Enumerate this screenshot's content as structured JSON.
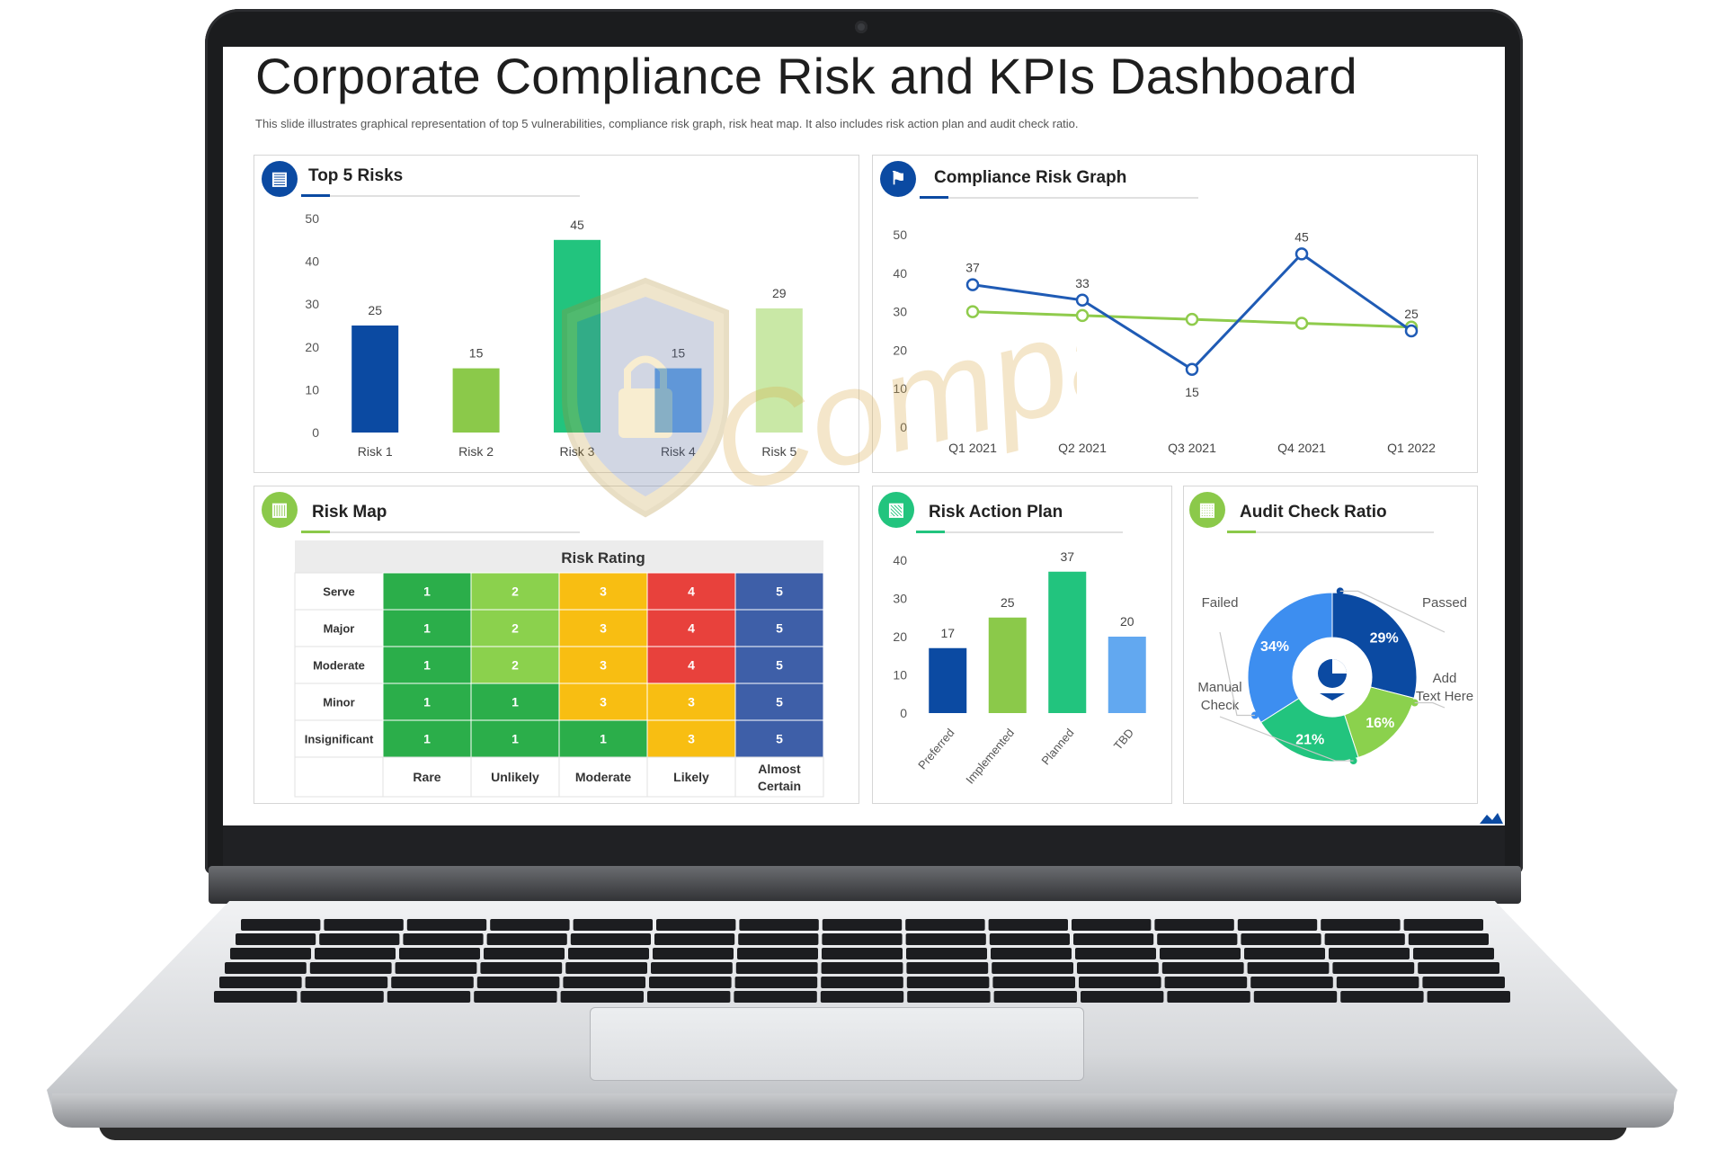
{
  "title": "Corporate Compliance Risk and KPIs Dashboard",
  "subtitle": "This slide illustrates graphical representation of top 5 vulnerabilities, compliance risk graph, risk heat map. It also includes risk action plan and audit check ratio.",
  "watermark_text": "Compass",
  "colors": {
    "dark_blue": "#0b4aa2",
    "light_green": "#8bc94a",
    "teal_green": "#22c47e",
    "light_blue": "#62a8f0",
    "pale_green": "#c9e8a6",
    "line_blue": "#1f5bb5",
    "line_green": "#8fcb4c",
    "heat_dark_green": "#2bae4a",
    "heat_light_green": "#8bd14d",
    "heat_yellow": "#f8be12",
    "heat_red": "#e8413c",
    "heat_blue": "#3e5fa8"
  },
  "panels": {
    "top5": {
      "title": "Top 5 Risks",
      "icon": "document-icon"
    },
    "compliance": {
      "title": "Compliance Risk Graph",
      "icon": "chart-icon"
    },
    "riskmap": {
      "title": "Risk Map",
      "icon": "bar-icon"
    },
    "action": {
      "title": "Risk Action Plan",
      "icon": "checklist-icon"
    },
    "audit": {
      "title": "Audit Check Ratio",
      "icon": "clipboard-icon"
    }
  },
  "chart_data": [
    {
      "id": "top5",
      "type": "bar",
      "categories": [
        "Risk 1",
        "Risk 2",
        "Risk 3",
        "Risk 4",
        "Risk 5"
      ],
      "values": [
        25,
        15,
        45,
        15,
        29
      ],
      "colors": [
        "#0b4aa2",
        "#8bc94a",
        "#22c47e",
        "#62a8f0",
        "#c9e8a6"
      ],
      "yticks": [
        0,
        10,
        20,
        30,
        40,
        50
      ],
      "ylim": [
        0,
        50
      ]
    },
    {
      "id": "compliance",
      "type": "line",
      "x": [
        "Q1 2021",
        "Q2 2021",
        "Q3 2021",
        "Q4 2021",
        "Q1 2022"
      ],
      "yticks": [
        0,
        10,
        20,
        30,
        40,
        50
      ],
      "ylim": [
        0,
        50
      ],
      "series": [
        {
          "values": [
            37,
            33,
            15,
            45,
            25
          ],
          "color": "#1f5bb5",
          "labels": true
        },
        {
          "values": [
            30,
            29,
            28,
            27,
            26
          ],
          "color": "#8fcb4c",
          "labels": false
        }
      ]
    },
    {
      "id": "riskmap",
      "type": "heatmap",
      "title": "Risk Rating",
      "rows": [
        "Serve",
        "Major",
        "Moderate",
        "Minor",
        "Insignificant"
      ],
      "cols": [
        "Rare",
        "Unlikely",
        "Moderate",
        "Likely",
        "Almost Certain"
      ],
      "cells": [
        [
          1,
          2,
          3,
          4,
          5
        ],
        [
          1,
          2,
          3,
          4,
          5
        ],
        [
          1,
          2,
          3,
          4,
          5
        ],
        [
          1,
          1,
          3,
          3,
          5
        ],
        [
          1,
          1,
          1,
          3,
          5
        ]
      ],
      "cell_colors": [
        [
          "#2bae4a",
          "#8bd14d",
          "#f8be12",
          "#e8413c",
          "#3e5fa8"
        ],
        [
          "#2bae4a",
          "#8bd14d",
          "#f8be12",
          "#e8413c",
          "#3e5fa8"
        ],
        [
          "#2bae4a",
          "#8bd14d",
          "#f8be12",
          "#e8413c",
          "#3e5fa8"
        ],
        [
          "#2bae4a",
          "#2bae4a",
          "#f8be12",
          "#f8be12",
          "#3e5fa8"
        ],
        [
          "#2bae4a",
          "#2bae4a",
          "#2bae4a",
          "#f8be12",
          "#3e5fa8"
        ]
      ]
    },
    {
      "id": "action",
      "type": "bar",
      "categories": [
        "Preferred",
        "Implemented",
        "Planned",
        "TBD"
      ],
      "values": [
        17,
        25,
        37,
        20
      ],
      "colors": [
        "#0b4aa2",
        "#8bc94a",
        "#22c47e",
        "#62a8f0"
      ],
      "yticks": [
        0,
        10,
        20,
        30,
        40
      ],
      "ylim": [
        0,
        40
      ]
    },
    {
      "id": "audit",
      "type": "pie",
      "slices": [
        {
          "label": "Passed",
          "value": 29,
          "display": "29%",
          "color": "#0b4aa2"
        },
        {
          "label": "Add Text Here",
          "value": 16,
          "display": "16%",
          "color": "#8bd14d"
        },
        {
          "label": "Manual Check",
          "value": 21,
          "display": "21%",
          "color": "#22c47e"
        },
        {
          "label": "Failed",
          "value": 34,
          "display": "34%",
          "color": "#3d8ef0"
        }
      ]
    }
  ]
}
